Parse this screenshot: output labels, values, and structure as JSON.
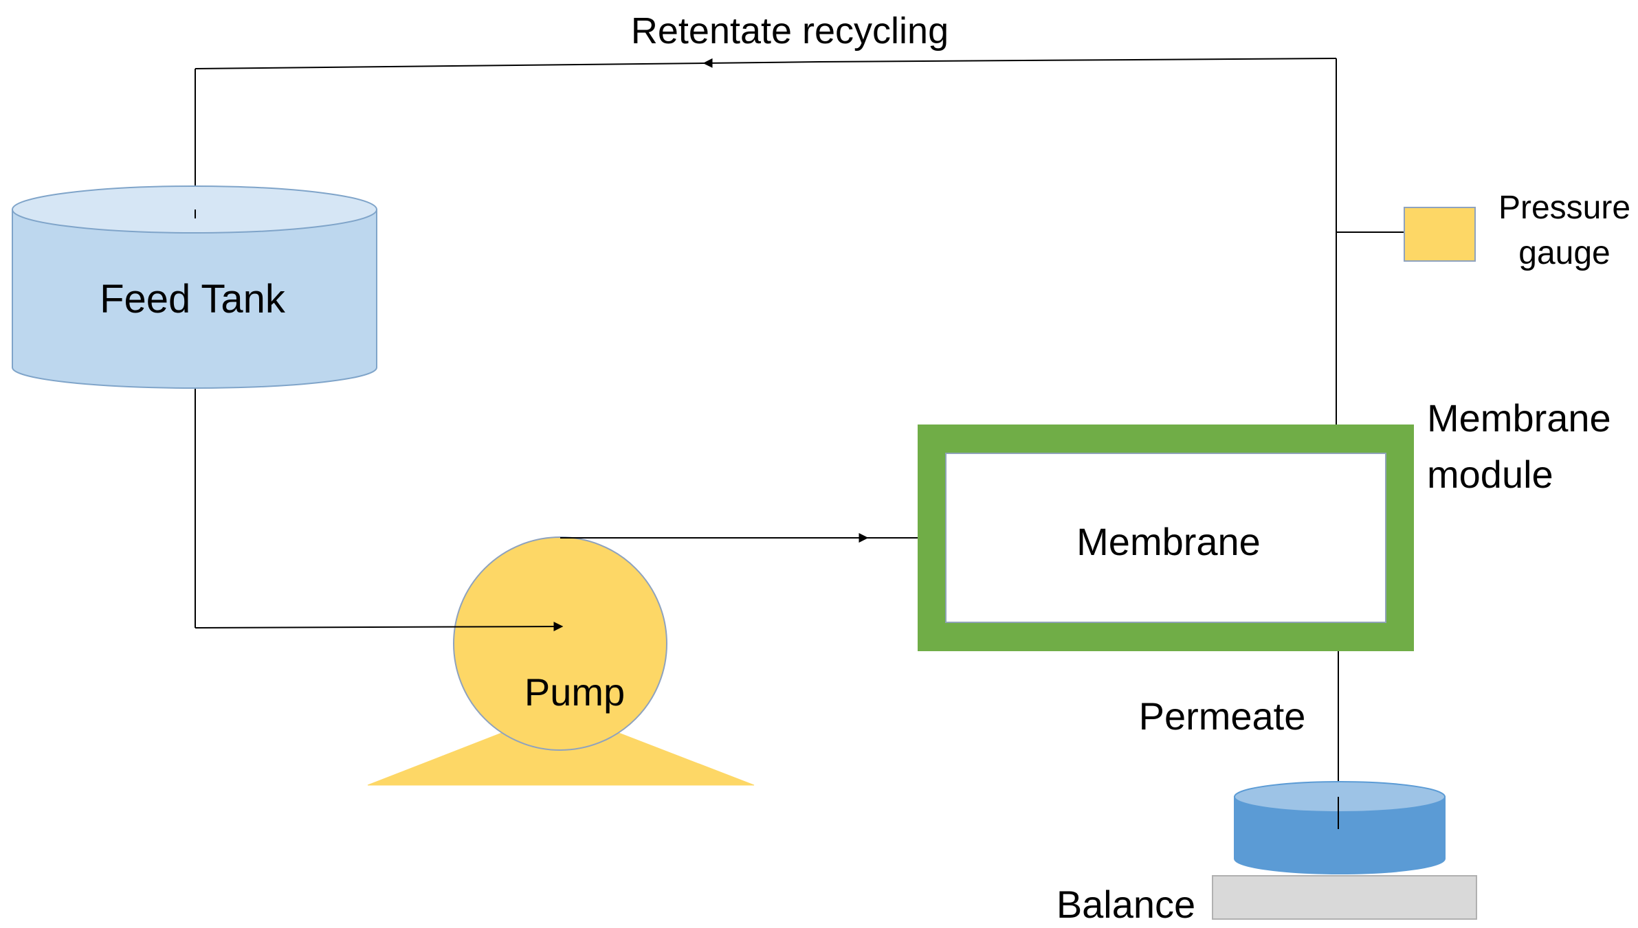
{
  "labels": {
    "retentate": "Retentate recycling",
    "feed_tank": "Feed Tank",
    "pump": "Pump",
    "membrane": "Membrane",
    "membrane_module_line1": "Membrane",
    "membrane_module_line2": "module",
    "pressure_gauge_line1": "Pressure",
    "pressure_gauge_line2": "gauge",
    "permeate": "Permeate",
    "balance": "Balance"
  },
  "colors": {
    "tank_fill": "#bdd7ee",
    "tank_top": "#d6e6f5",
    "tank_stroke": "#7fa4c9",
    "pump_fill": "#fdd766",
    "pump_stroke": "#8ea2be",
    "module_border": "#70ad47",
    "gauge_fill": "#fdd766",
    "beaker_fill": "#5b9bd5",
    "beaker_top": "#9dc3e6",
    "balance_fill": "#d9d9d9",
    "line": "#000000"
  }
}
